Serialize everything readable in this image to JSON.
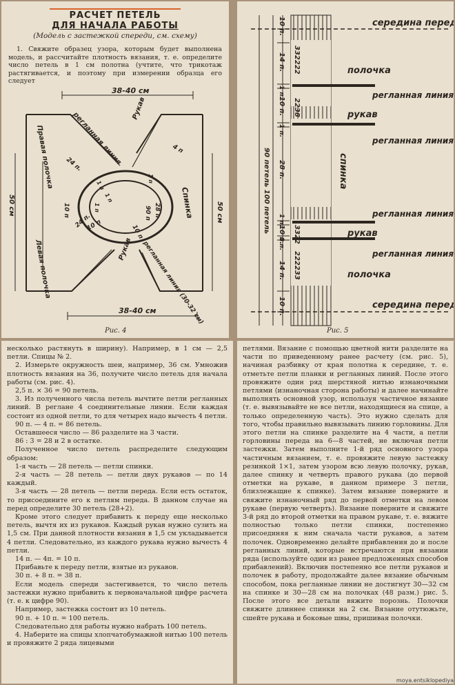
{
  "fig4": {
    "title_line1": "РАСЧЕТ ПЕТЕЛЬ",
    "title_line2": "ДЛЯ НАЧАЛА РАБОТЫ",
    "subtitle": "(Модель с застежкой спереди, см. схему)",
    "intro": "1. Свяжите образец узора, которым будет выполнена модель, и рассчитайте плотность вязания, т. е. определите число петель в 1 см полотна (учтите, что трикотаж растягивается, и поэтому при измерении образца его следует",
    "labels": {
      "top_width": "38-40 см",
      "bottom_width": "38-40 см",
      "right_side": "Правая полочка",
      "left_side": "Левая полочка",
      "sleeve_top": "Рукав",
      "sleeve_bottom": "Рукав",
      "back": "Спинка",
      "height_left": "50 см",
      "height_right": "50 см",
      "raglan_top": "регланная линия",
      "raglan_bottom": "регланная линия (30-32 см)",
      "n24a": "24 п.",
      "n24b": "24 п.",
      "n10a": "10 п",
      "n10b": "10 п",
      "n10c": "10 п",
      "n28": "28 п",
      "n90": "90 п",
      "n1a": "1 п",
      "n1b": "1 п",
      "n1c": "1 п",
      "n1d": "1 п",
      "n4": "4 п"
    },
    "caption": "Рис. 4"
  },
  "fig5": {
    "labels": {
      "mid_front_top": "середина переда",
      "polochka_top": "полочка",
      "raglan1": "регланная линия",
      "rukav_top": "рукав",
      "raglan2": "регланная линия",
      "spinka": "спинка",
      "raglan3": "регланная линия",
      "rukav_bottom": "рукав",
      "raglan4": "регланная линия",
      "polochka_bottom": "полочка",
      "mid_front_bottom": "середина переда",
      "n10_top": "10 п.",
      "n14_top": "14 п.",
      "n1a": "1 п.",
      "n10_mid1": "10 п.",
      "n1b": "1 п.",
      "n28": "28 п.",
      "total": "90 петель 100 петель",
      "n1c": "1 п.",
      "n10_mid2": "10 п.",
      "n1d": "1 п.",
      "n14_bottom": "14 п.",
      "n10_bottom": "10 п.",
      "rows_a": "332222",
      "rows_b": "2238",
      "rows_c": "3322",
      "rows_d": "222233"
    },
    "caption": "Рис. 5"
  },
  "col1": {
    "paragraphs": [
      "несколько растянуть в ширину). Например, в 1 см — 2,5 петли. Спицы № 2.",
      "2. Измерьте окружность шеи, например, 36 см. Умножив плотность вязания на 36, получите число петель для начала работы (см. рис. 4).",
      "2,5 п. × 36 = 90 петель.",
      "3. Из полученного числа петель вычтите петли регланных линий. В реглане 4 соединительные линии. Если каждая состоит из одной петли, то для четырех надо вычесть 4 петли.",
      "90 п. — 4 п. = 86 петель.",
      "Оставшееся число — 86 разделите на 3 части.",
      "86 : 3 = 28 и 2 в остатке.",
      "Полученное число петель распределите следующим образом:",
      "1-я часть — 28 петель — петли спинки.",
      "2-я часть — 28 петель — петли двух рукавов — по 14 каждый.",
      "3-я часть — 28 петель — петли переда. Если есть остаток, то присоедините его к петлям переда. В данном случае на перед определите 30 петель (28+2).",
      "Кроме этого следует прибавить к переду еще несколько петель, вычтя их из рукавов. Каждый рукав нужно сузить на 1,5 см. При данной плотности вязания в 1,5 см укладывается 4 петли. Следовательно, из каждого рукава нужно вычесть 4 петли.",
      "14 п. — 4п. = 10 п.",
      "Прибавьте к переду петли, взятые из рукавов.",
      "30 п. + 8 п. = 38 п.",
      "Если модель спереди застегивается, то число петель застежки нужно прибавить к первоначальной цифре расчета (т. е. к цифре 90).",
      "Например, застежка состоит из 10 петель.",
      "90 п. + 10 п. = 100 петель.",
      "Следовательно для работы нужно набрать 100 петель.",
      "4. Наберите на спицы хлопчатобумажной нитью 100 петель и провяжите 2 ряда лицевыми"
    ]
  },
  "col2": {
    "text": "петлями. Вязание с помощью цветной нити разделите на части по приведенному ранее расчету (см. рис. 5), начиная разбивку от края полотна к середине, т. е. отметьте петли планки и регланных линий. После этого провяжите один ряд шерстяной нитью изнаночными петлями (изнаночная сторона работы) и далее начинайте выполнять основной узор, используя частичное вязание (т. е. вывязывайте не все петли, находящиеся на спице, а только определенную часть). Это нужно сделать для того, чтобы правильно вывязывать линию горловины. Для этого петли на спинке разделите на 4 части, а петли горловины переда на 6—8 частей, не включая петли застежки. Затем выполните 1-й ряд основного узора частичным вязанием, т. е. провяжите левую застежку резинкой 1×1, затем узором всю левую полочку, рукав, далее спинку и четверть правого рукава (до первой отметки на рукаве, в данном примере 3 петли, близлежащие к спинке). Затем вязание поверните и свяжите изнаночный ряд до первой отметки на левом рукаве (первую четверть). Вязание поверните и свяжите 3-й ряд до второй отметки на правом рукаве, т. е. вяжите полностью только петли спинки, постепенно присоединяя к ним сначала части рукавов, а затем полочек. Одновременно делайте прибавления до и после регланных линий, которые встречаются при вязании ряда (используйте один из ранее предложенных способов прибавлений). Включив постепенно все петли рукавов и полочек в работу, продолжайте далее вязание обычным способом, пока регланные линии не достигнут 30—32 см на спинке и 30—28 см на полочках (48 разм.) рис. 5. После этого все детали вяжите порознь. Полочки свяжите длиннее спинки на 2 см. Вязание отутюжьте, сшейте рукава и боковые швы, пришивая полочки."
  },
  "watermark": "moya.entsiklopediya"
}
